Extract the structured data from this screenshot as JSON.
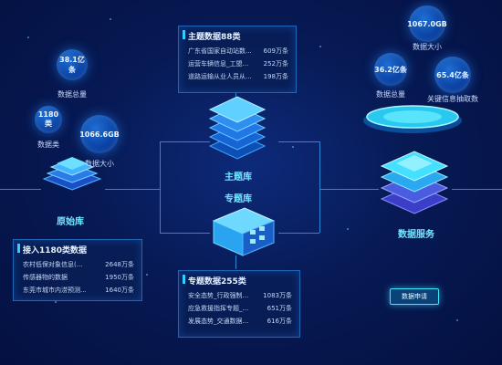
{
  "top_left": {
    "total_volume": {
      "value": "38.1亿条",
      "label": "数据总量"
    },
    "category_count": {
      "value": "1180类",
      "label": "数据类"
    },
    "data_size": {
      "value": "1066.6GB",
      "label": "数据大小"
    }
  },
  "left_node": {
    "label": "原始库"
  },
  "center": {
    "subject_label": "主题库",
    "topic_label": "专题库"
  },
  "right_node": {
    "label": "数据服务"
  },
  "right_stats": {
    "size": {
      "value": "1067.0GB",
      "label": "数据大小"
    },
    "total": {
      "value": "36.2亿条",
      "label": "数据总量"
    },
    "key_info": {
      "value": "65.4亿条",
      "label": "关键信息抽取数"
    }
  },
  "subject_panel": {
    "title": "主题数据88类",
    "rows": [
      {
        "name": "广东省国家自动站数...",
        "value": "609万条"
      },
      {
        "name": "运营车辆信息_工盟...",
        "value": "252万条"
      },
      {
        "name": "道路运输从业人员从...",
        "value": "198万条"
      }
    ]
  },
  "source_panel": {
    "title": "接入1180类数据",
    "rows": [
      {
        "name": "农村低保对象信息(...",
        "value": "2648万条"
      },
      {
        "name": "传感器物的数据",
        "value": "1950万条"
      },
      {
        "name": "东莞市城市内涝预测...",
        "value": "1640万条"
      }
    ]
  },
  "topic_panel": {
    "title": "专题数据255类",
    "rows": [
      {
        "name": "安全态势_行政强制...",
        "value": "1083万条"
      },
      {
        "name": "应急救援指挥专题_...",
        "value": "651万条"
      },
      {
        "name": "发展态势_交通数据...",
        "value": "616万条"
      }
    ]
  },
  "apply_button": {
    "label": "数据申请"
  },
  "colors": {
    "accent": "#2fd0ff",
    "background": "#071a55"
  }
}
